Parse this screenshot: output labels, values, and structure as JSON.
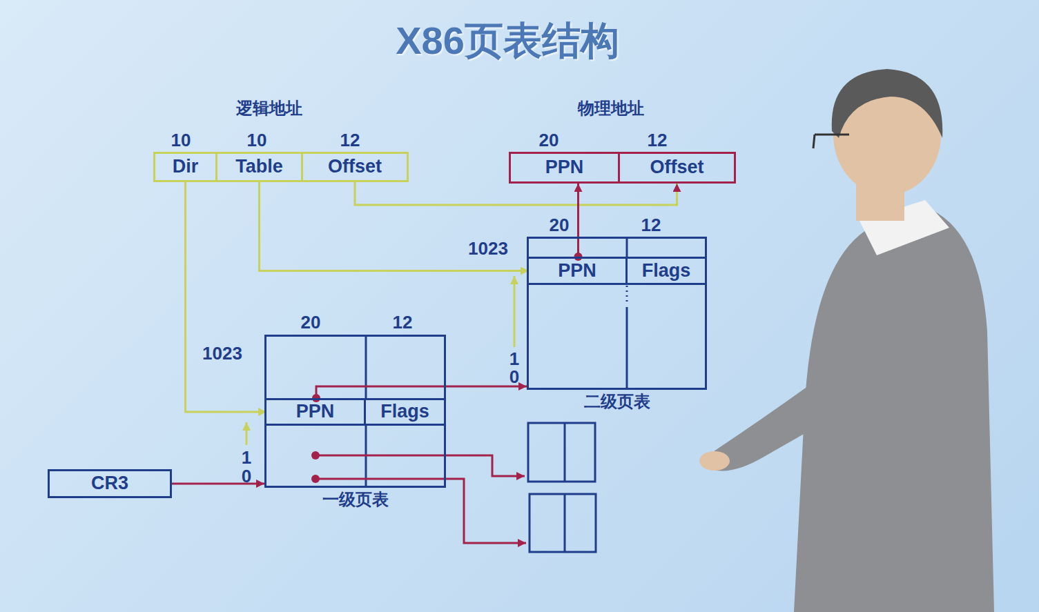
{
  "diagram": {
    "title": "X86页表结构",
    "nodes": [
      {
        "text": [
          "Dir"
        ]
      },
      {
        "text": [
          "Table"
        ]
      },
      {
        "text": [
          "Offset"
        ]
      },
      {
        "text": [
          "PPN"
        ]
      },
      {
        "text": [
          "Offset"
        ]
      },
      {
        "text": [
          "二级页表"
        ]
      },
      {
        "text": [
          "PPN"
        ],
        "in": 5
      },
      {
        "text": [
          "Flags"
        ],
        "in": 5
      },
      {
        "text": [
          "一级页表"
        ]
      },
      {
        "text": [
          "PPN"
        ],
        "in": 8
      },
      {
        "text": [
          "Flags"
        ],
        "in": 8
      },
      {
        "text": [
          "CR3"
        ]
      }
    ],
    "edges": [
      {
        "from": 0,
        "to": 9,
        "arrow": "to"
      },
      {
        "from": 1,
        "to": 6,
        "arrow": "to"
      },
      {
        "from": 2,
        "to": 4,
        "arrow": "to"
      },
      {
        "from": 6,
        "to": 3,
        "arrow": "to"
      },
      {
        "from": 9,
        "to": 5,
        "arrow": "to"
      },
      {
        "from": 11,
        "to": 8,
        "arrow": "to"
      }
    ],
    "labels": [
      "逻辑地址",
      "10",
      "10",
      "12",
      "物理地址",
      "20",
      "12",
      "20",
      "12",
      "1023",
      "1",
      "0",
      "20",
      "12",
      "1023",
      "1",
      "0"
    ]
  }
}
